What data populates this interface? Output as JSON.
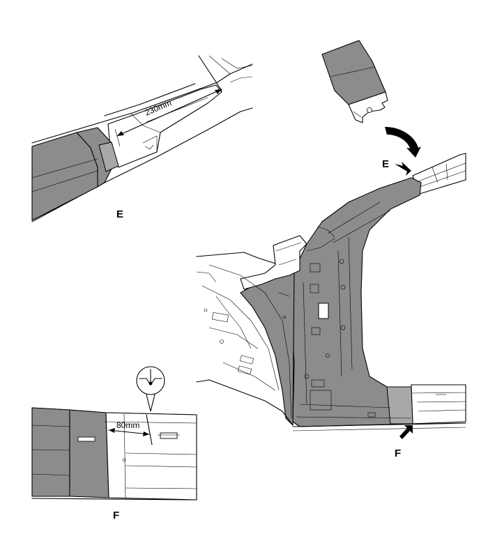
{
  "labels": {
    "detail_e_caption": "E",
    "detail_f_caption": "F",
    "main_e_callout": "E",
    "main_f_callout": "F"
  },
  "dimensions": {
    "detail_e_length": "230mm",
    "detail_f_length": "80mm"
  },
  "colors": {
    "replacement_panel": "#8c8c8c",
    "outline": "#000000",
    "background": "#ffffff"
  },
  "icons": {
    "rotate_arrow": "curved-arrow-icon",
    "pointer_arrow": "pointer-arrow-icon",
    "weld_section": "weld-section-icon"
  }
}
